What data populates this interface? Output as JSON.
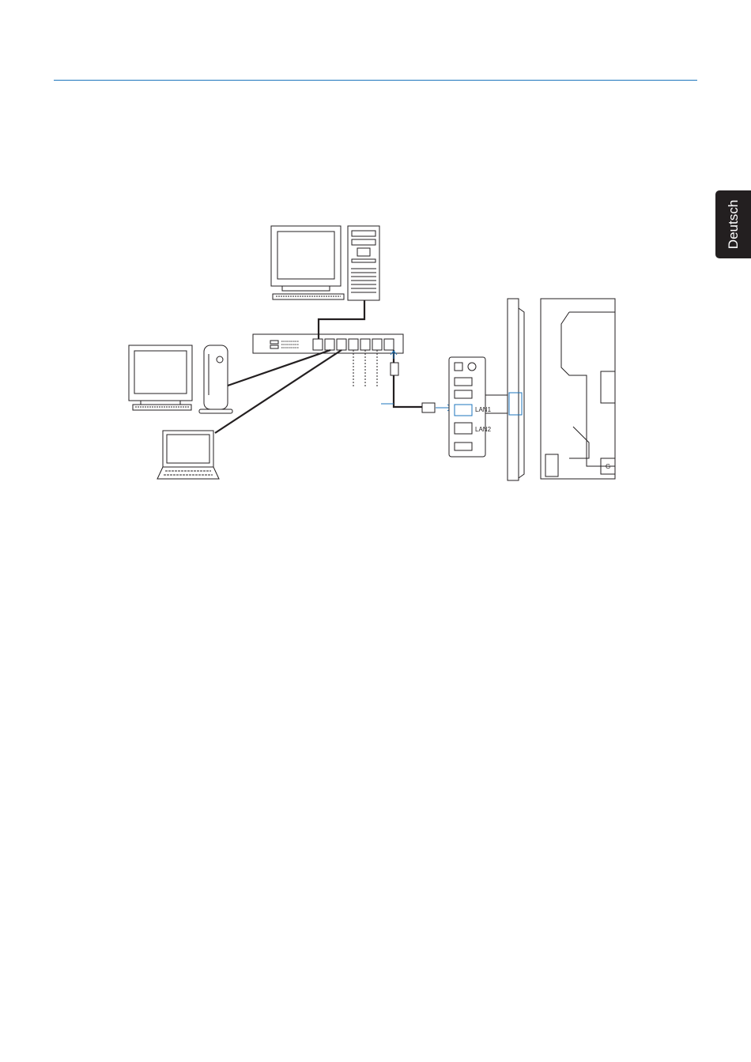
{
  "language_tab": {
    "label": "Deutsch"
  },
  "diagram": {
    "port_labels": {
      "lan1": "LAN1",
      "lan2": "LAN2"
    },
    "rear_corner_glyph": "G"
  },
  "colors": {
    "accent": "#1c75bc",
    "line": "#231f20",
    "tab": "#231f20"
  }
}
